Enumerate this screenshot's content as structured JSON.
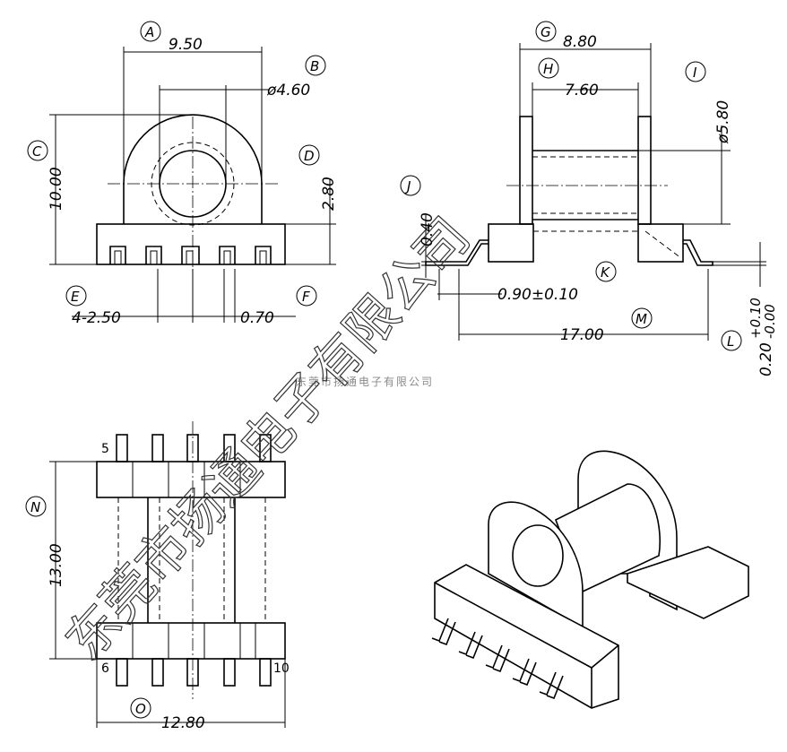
{
  "watermark": {
    "small": "东莞市扬通电子有限公司",
    "large": "东莞市扬通电子有限公司"
  },
  "labels": {
    "A": "A",
    "B": "B",
    "C": "C",
    "D": "D",
    "E": "E",
    "F": "F",
    "G": "G",
    "H": "H",
    "I": "I",
    "J": "J",
    "K": "K",
    "L": "L",
    "M": "M",
    "N": "N",
    "O": "O"
  },
  "dimensions": {
    "A": "9.50",
    "B": "ø4.60",
    "C": "10.00",
    "D": "2.80",
    "E": "4-2.50",
    "F": "0.70",
    "G": "8.80",
    "H": "7.60",
    "I": "ø5.80",
    "J": "0.40",
    "K": "0.90±0.10",
    "L_base": "0.20",
    "L_plus": "+0.10",
    "L_minus": "-0.00",
    "M": "17.00",
    "N": "13.00",
    "O": "12.80"
  },
  "pins": {
    "p5": "5",
    "p6": "6",
    "p10": "10"
  }
}
